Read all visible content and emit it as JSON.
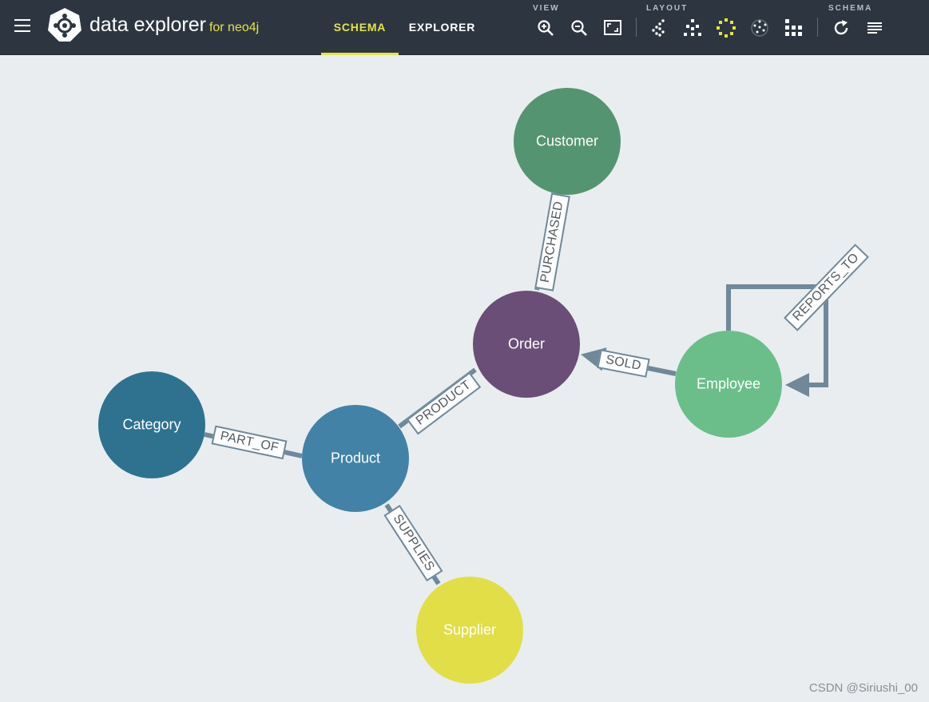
{
  "header": {
    "brand_name": "data explorer",
    "brand_suffix": "for neo4j",
    "tabs": [
      {
        "label": "SCHEMA",
        "active": true
      },
      {
        "label": "EXPLORER",
        "active": false
      }
    ],
    "groups": {
      "view": "VIEW",
      "layout": "LAYOUT",
      "schema": "SCHEMA"
    },
    "tools": {
      "view": [
        "zoom-in-icon",
        "zoom-out-icon",
        "fit-screen-icon"
      ],
      "layout": [
        "force-layout-icon",
        "hierarchy-layout-icon",
        "circle-layout-icon",
        "concentric-layout-icon",
        "grid-layout-icon"
      ],
      "schema": [
        "refresh-icon",
        "list-icon"
      ]
    }
  },
  "graph": {
    "nodes": [
      {
        "id": "customer",
        "label": "Customer",
        "color": "#559470"
      },
      {
        "id": "order",
        "label": "Order",
        "color": "#6a4e77"
      },
      {
        "id": "employee",
        "label": "Employee",
        "color": "#6bbe8a"
      },
      {
        "id": "category",
        "label": "Category",
        "color": "#2e7290"
      },
      {
        "id": "product",
        "label": "Product",
        "color": "#4282a6"
      },
      {
        "id": "supplier",
        "label": "Supplier",
        "color": "#e1de48"
      }
    ],
    "edges": [
      {
        "label": "PURCHASED"
      },
      {
        "label": "SOLD"
      },
      {
        "label": "REPORTS_TO"
      },
      {
        "label": "PRODUCT"
      },
      {
        "label": "PART_OF"
      },
      {
        "label": "SUPPLIES"
      }
    ]
  },
  "colors": {
    "accent": "#e5e440",
    "edge": "#708899",
    "header_bg": "#2d3640"
  },
  "watermark": "CSDN @Siriushi_00"
}
